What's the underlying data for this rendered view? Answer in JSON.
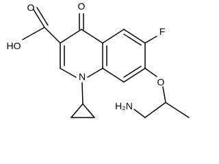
{
  "molecule": {
    "atoms": {
      "O_carbonyl": "O",
      "HO_acid": "HO",
      "O_acid": "O",
      "F": "F",
      "N_ring": "N",
      "O_ether": "O",
      "H2N": "H₂N"
    }
  }
}
